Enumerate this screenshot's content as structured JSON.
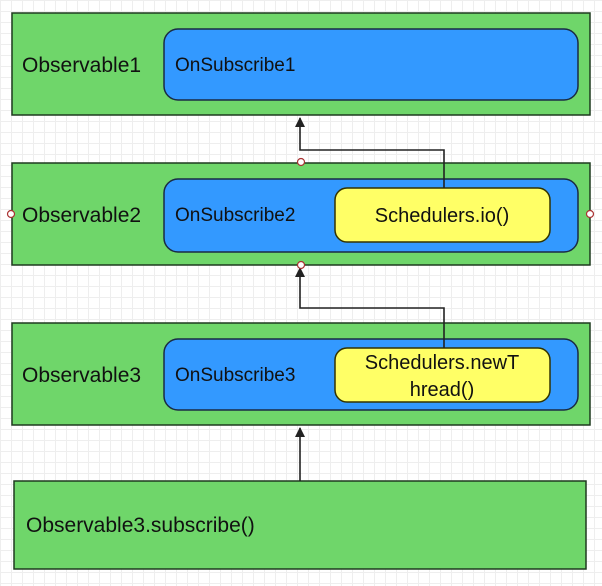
{
  "colors": {
    "outer_fill": "#6fd66a",
    "outer_stroke": "#1f3a1f",
    "inner_fill": "#3399ff",
    "inner_stroke": "#1a2b44",
    "scheduler_fill": "#ffff66",
    "scheduler_stroke": "#333300",
    "arrow": "#222222"
  },
  "diagram": {
    "observable1": {
      "label": "Observable1",
      "on_subscribe": "OnSubscribe1"
    },
    "observable2": {
      "label": "Observable2",
      "on_subscribe": "OnSubscribe2",
      "scheduler": "Schedulers.io()"
    },
    "observable3": {
      "label": "Observable3",
      "on_subscribe": "OnSubscribe3",
      "scheduler_line1": "Schedulers.newT",
      "scheduler_line2": "hread()"
    },
    "subscribe_call": {
      "label": "Observable3.subscribe()"
    }
  }
}
